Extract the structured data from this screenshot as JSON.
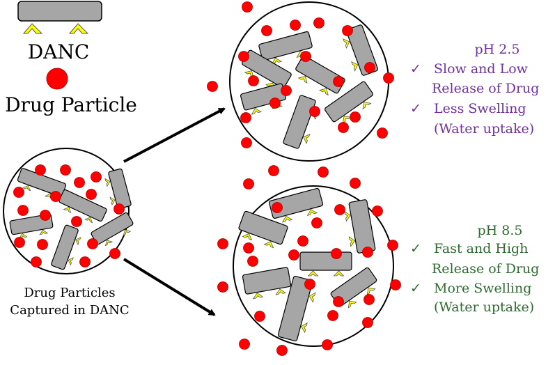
{
  "legend": {
    "danc_label": "DANC",
    "drug_label": "Drug Particle"
  },
  "captured": {
    "line1": "Drug Particles",
    "line2": "Captured in DANC"
  },
  "acidic": {
    "title": "pH 2.5",
    "check1": "✓",
    "item1_line1": "Slow and Low",
    "item1_line2": "Release of Drug",
    "check2": "✓",
    "item2_line1": "Less Swelling",
    "item2_line2": "(Water uptake)"
  },
  "basic": {
    "title": "pH 8.5",
    "check1": "✓",
    "item1_line1": "Fast and High",
    "item1_line2": "Release of Drug",
    "check2": "✓",
    "item2_line1": "More Swelling",
    "item2_line2": "(Water uptake)"
  },
  "colors": {
    "acidic_text": "#7030a0",
    "basic_text": "#2e6b30",
    "drug": "#ff0000",
    "danc_fill": "#a6a6a6",
    "anchor": "#ffff00"
  },
  "icons": {
    "drug": "red-circle",
    "danc": "gray-rounded-rectangle-with-yellow-chevrons",
    "check": "check-mark"
  }
}
